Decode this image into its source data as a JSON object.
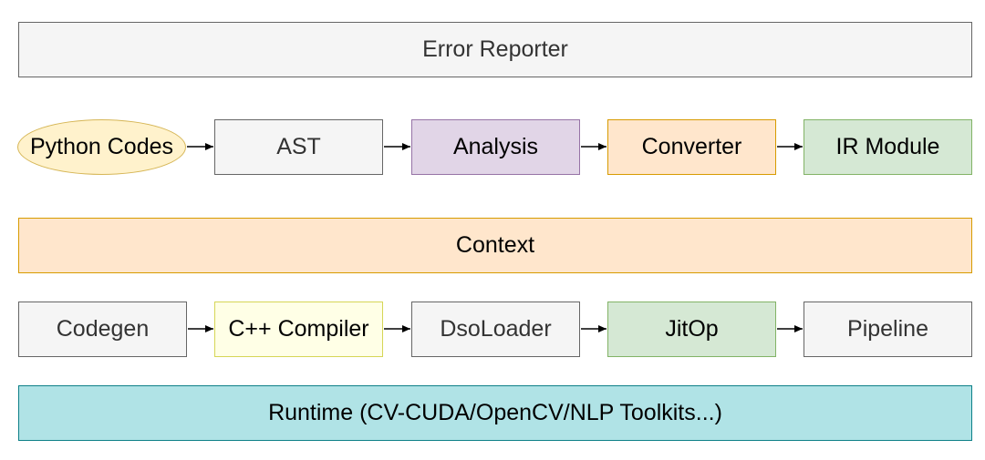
{
  "diagram": {
    "error_reporter": {
      "label": "Error Reporter",
      "fill": "#f5f5f5",
      "stroke": "#666666",
      "text": "#333333"
    },
    "frontend_row": [
      {
        "id": "python-codes",
        "label": "Python Codes",
        "shape": "ellipse",
        "fill": "#fff2cc",
        "stroke": "#d6b656",
        "text": "#000000"
      },
      {
        "id": "ast",
        "label": "AST",
        "shape": "rect",
        "fill": "#f5f5f5",
        "stroke": "#666666",
        "text": "#333333"
      },
      {
        "id": "analysis",
        "label": "Analysis",
        "shape": "rect",
        "fill": "#e1d5e7",
        "stroke": "#9673a6",
        "text": "#000000"
      },
      {
        "id": "converter",
        "label": "Converter",
        "shape": "rect",
        "fill": "#ffe6cc",
        "stroke": "#d79b00",
        "text": "#000000"
      },
      {
        "id": "ir-module",
        "label": "IR Module",
        "shape": "rect",
        "fill": "#d5e8d4",
        "stroke": "#82b366",
        "text": "#000000"
      }
    ],
    "context": {
      "label": "Context",
      "fill": "#ffe6cc",
      "stroke": "#d79b00",
      "text": "#000000"
    },
    "backend_row": [
      {
        "id": "codegen",
        "label": "Codegen",
        "shape": "rect",
        "fill": "#f5f5f5",
        "stroke": "#666666",
        "text": "#333333"
      },
      {
        "id": "cpp-compiler",
        "label": "C++ Compiler",
        "shape": "rect",
        "fill": "#ffffe6",
        "stroke": "#d6d656",
        "text": "#000000"
      },
      {
        "id": "dsoloader",
        "label": "DsoLoader",
        "shape": "rect",
        "fill": "#f5f5f5",
        "stroke": "#666666",
        "text": "#333333"
      },
      {
        "id": "jitop",
        "label": "JitOp",
        "shape": "rect",
        "fill": "#d5e8d4",
        "stroke": "#82b366",
        "text": "#000000"
      },
      {
        "id": "pipeline",
        "label": "Pipeline",
        "shape": "rect",
        "fill": "#f5f5f5",
        "stroke": "#666666",
        "text": "#333333"
      }
    ],
    "runtime": {
      "label": "Runtime (CV-CUDA/OpenCV/NLP Toolkits...)",
      "fill": "#b0e3e6",
      "stroke": "#0e8088",
      "text": "#000000"
    },
    "arrow_color": "#000000"
  }
}
